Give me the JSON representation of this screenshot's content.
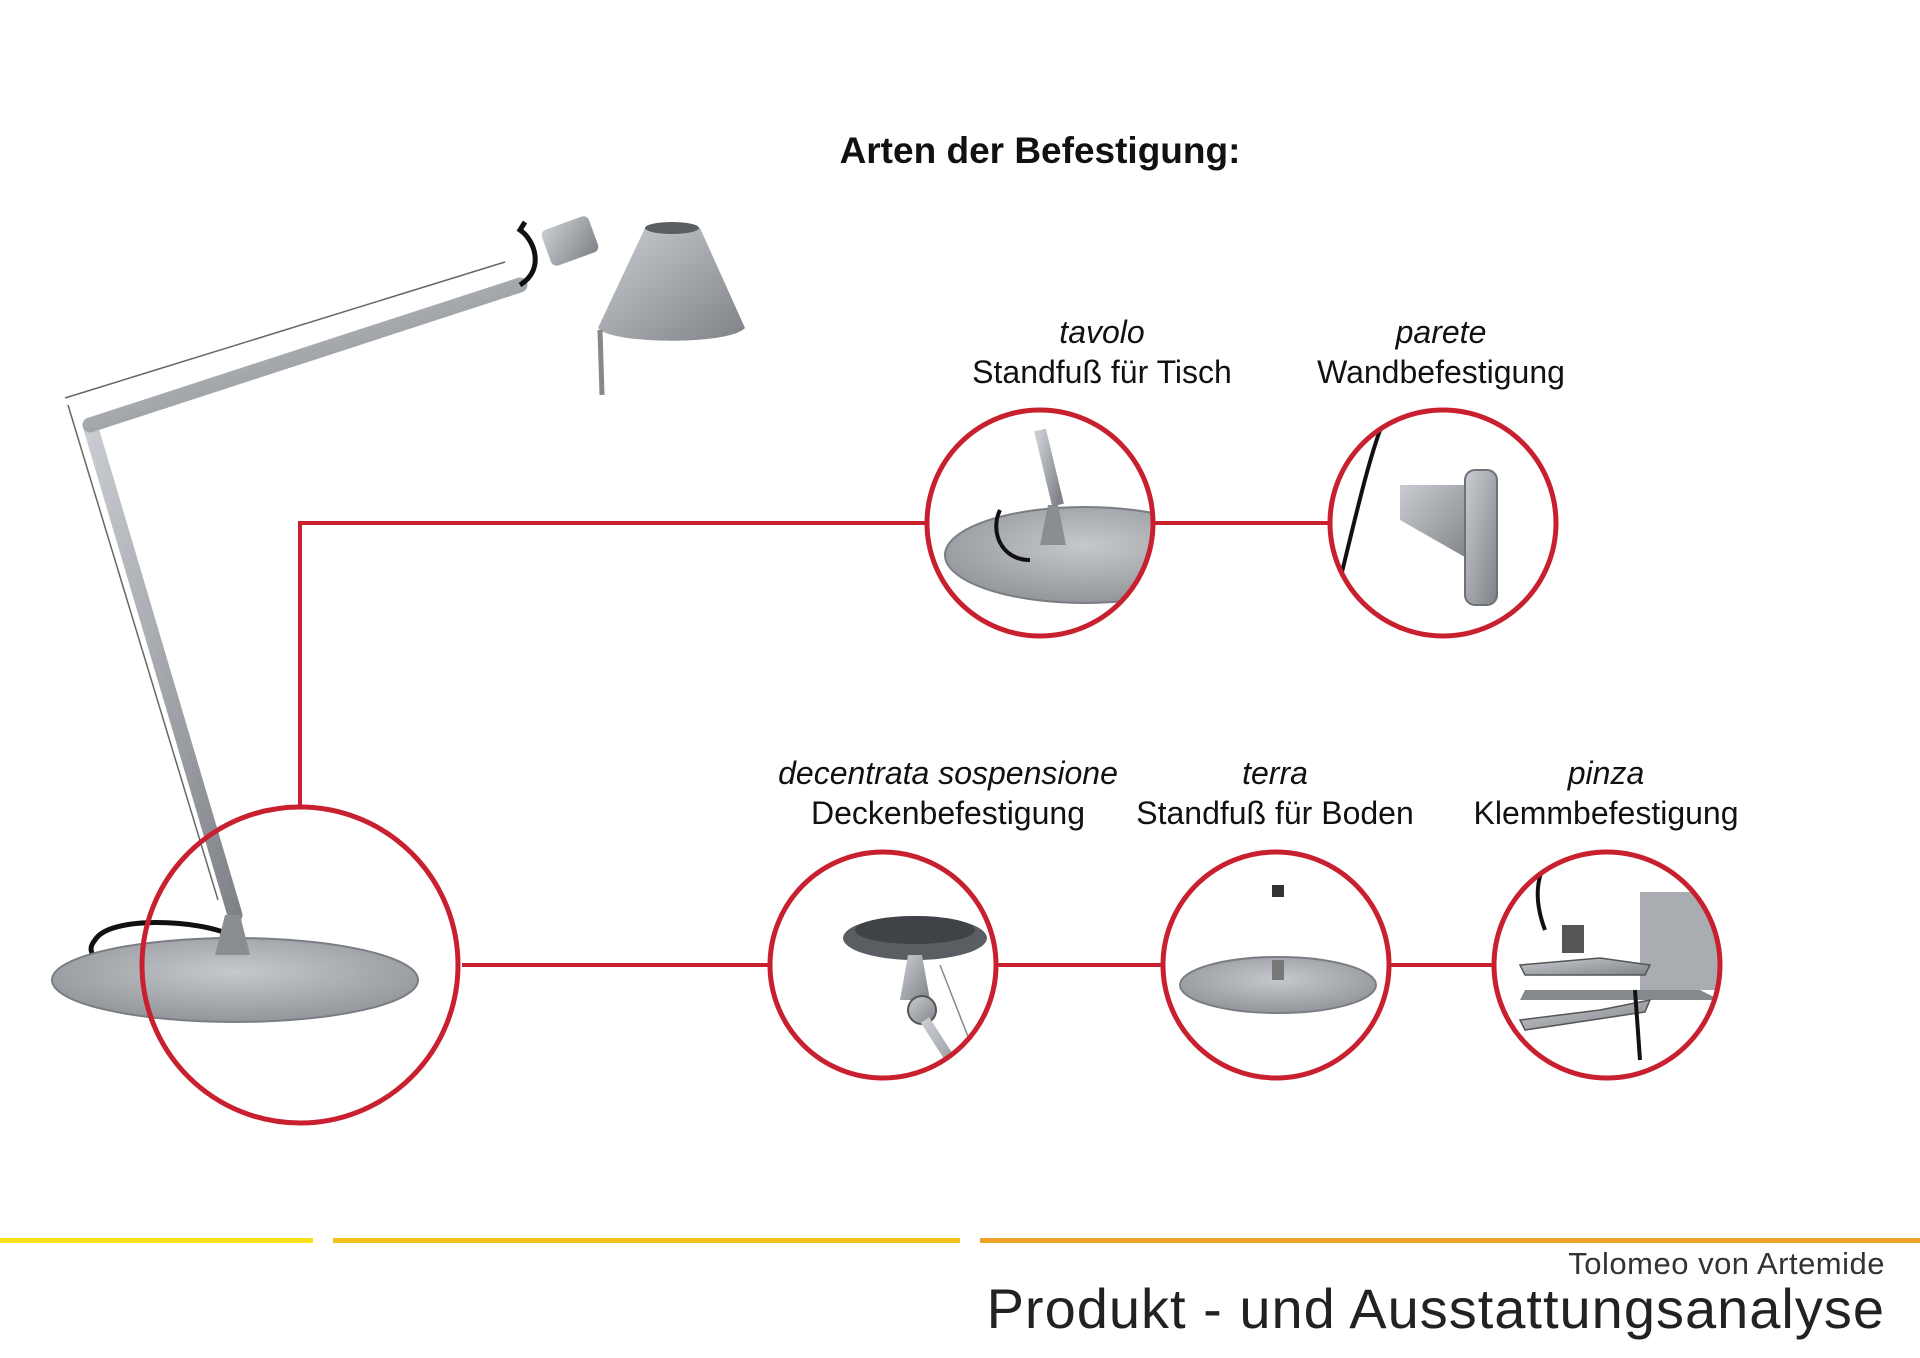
{
  "heading": "Arten der Befestigung:",
  "mounts": [
    {
      "italian": "tavolo",
      "german": "Standfuß für Tisch"
    },
    {
      "italian": "parete",
      "german": "Wandbefestigung"
    },
    {
      "italian": "decentrata sospensione",
      "german": "Deckenbefestigung"
    },
    {
      "italian": "terra",
      "german": "Standfuß für Boden"
    },
    {
      "italian": "pinza",
      "german": "Klemmbefestigung"
    }
  ],
  "footer": {
    "subtitle": "Tolomeo von Artemide",
    "title": "Produkt - und Ausstattungsanalyse"
  },
  "colors": {
    "accent_red": "#c8202f",
    "stripe_yellow": "#f7e21a",
    "stripe_gold": "#f2c21c",
    "stripe_orange": "#eea22a",
    "metal": "#9ea2a7"
  },
  "icons": [
    "tolomeo-lamp-illustration",
    "table-base-image",
    "wall-mount-image",
    "ceiling-mount-image",
    "floor-base-image",
    "clamp-image"
  ]
}
